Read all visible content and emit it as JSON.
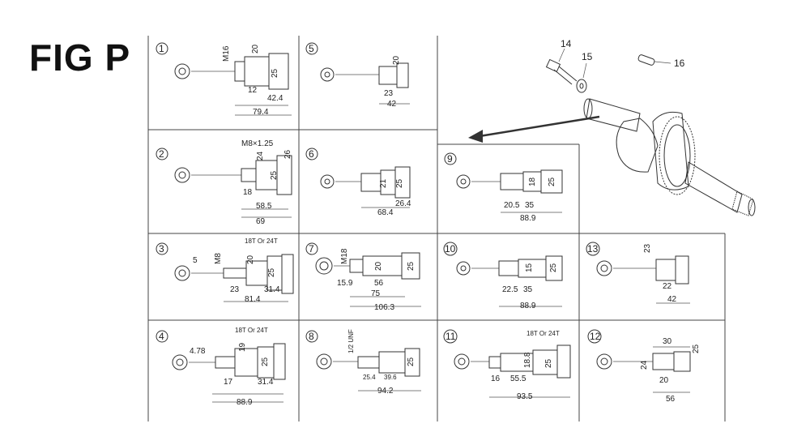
{
  "figure": {
    "title": "FIG P"
  },
  "callouts": [
    "14",
    "15",
    "16"
  ],
  "panels": [
    {
      "id": "1",
      "dims": [
        "M16",
        "20",
        "25",
        "12",
        "42.4",
        "79.4"
      ]
    },
    {
      "id": "5",
      "dims": [
        "20",
        "23",
        "42"
      ]
    },
    {
      "id": "2",
      "dims": [
        "M8×1.25",
        "24",
        "26",
        "25",
        "18",
        "58.5",
        "69"
      ]
    },
    {
      "id": "6",
      "dims": [
        "21",
        "25",
        "26.4",
        "68.4"
      ]
    },
    {
      "id": "9",
      "dims": [
        "20.5",
        "35",
        "18",
        "25",
        "88.9"
      ]
    },
    {
      "id": "3",
      "dims": [
        "5",
        "M8",
        "20",
        "18T Or 24T",
        "23",
        "25",
        "31.4",
        "81.4"
      ]
    },
    {
      "id": "7",
      "dims": [
        "M18",
        "20",
        "25",
        "15.9",
        "56",
        "75",
        "106.3"
      ]
    },
    {
      "id": "10",
      "dims": [
        "15",
        "25",
        "22.5",
        "35",
        "88.9"
      ]
    },
    {
      "id": "13",
      "dims": [
        "23",
        "22",
        "42"
      ]
    },
    {
      "id": "4",
      "dims": [
        "4.78",
        "19",
        "18T Or 24T",
        "25",
        "17",
        "31.4",
        "88.9"
      ]
    },
    {
      "id": "8",
      "dims": [
        "1/2 UNF",
        "25.4",
        "39.6",
        "25",
        "94.2"
      ]
    },
    {
      "id": "11",
      "dims": [
        "18T Or 24T",
        "16",
        "55.5",
        "18.8",
        "25",
        "93.5"
      ]
    },
    {
      "id": "12",
      "dims": [
        "30",
        "25",
        "24",
        "20",
        "56"
      ]
    }
  ]
}
